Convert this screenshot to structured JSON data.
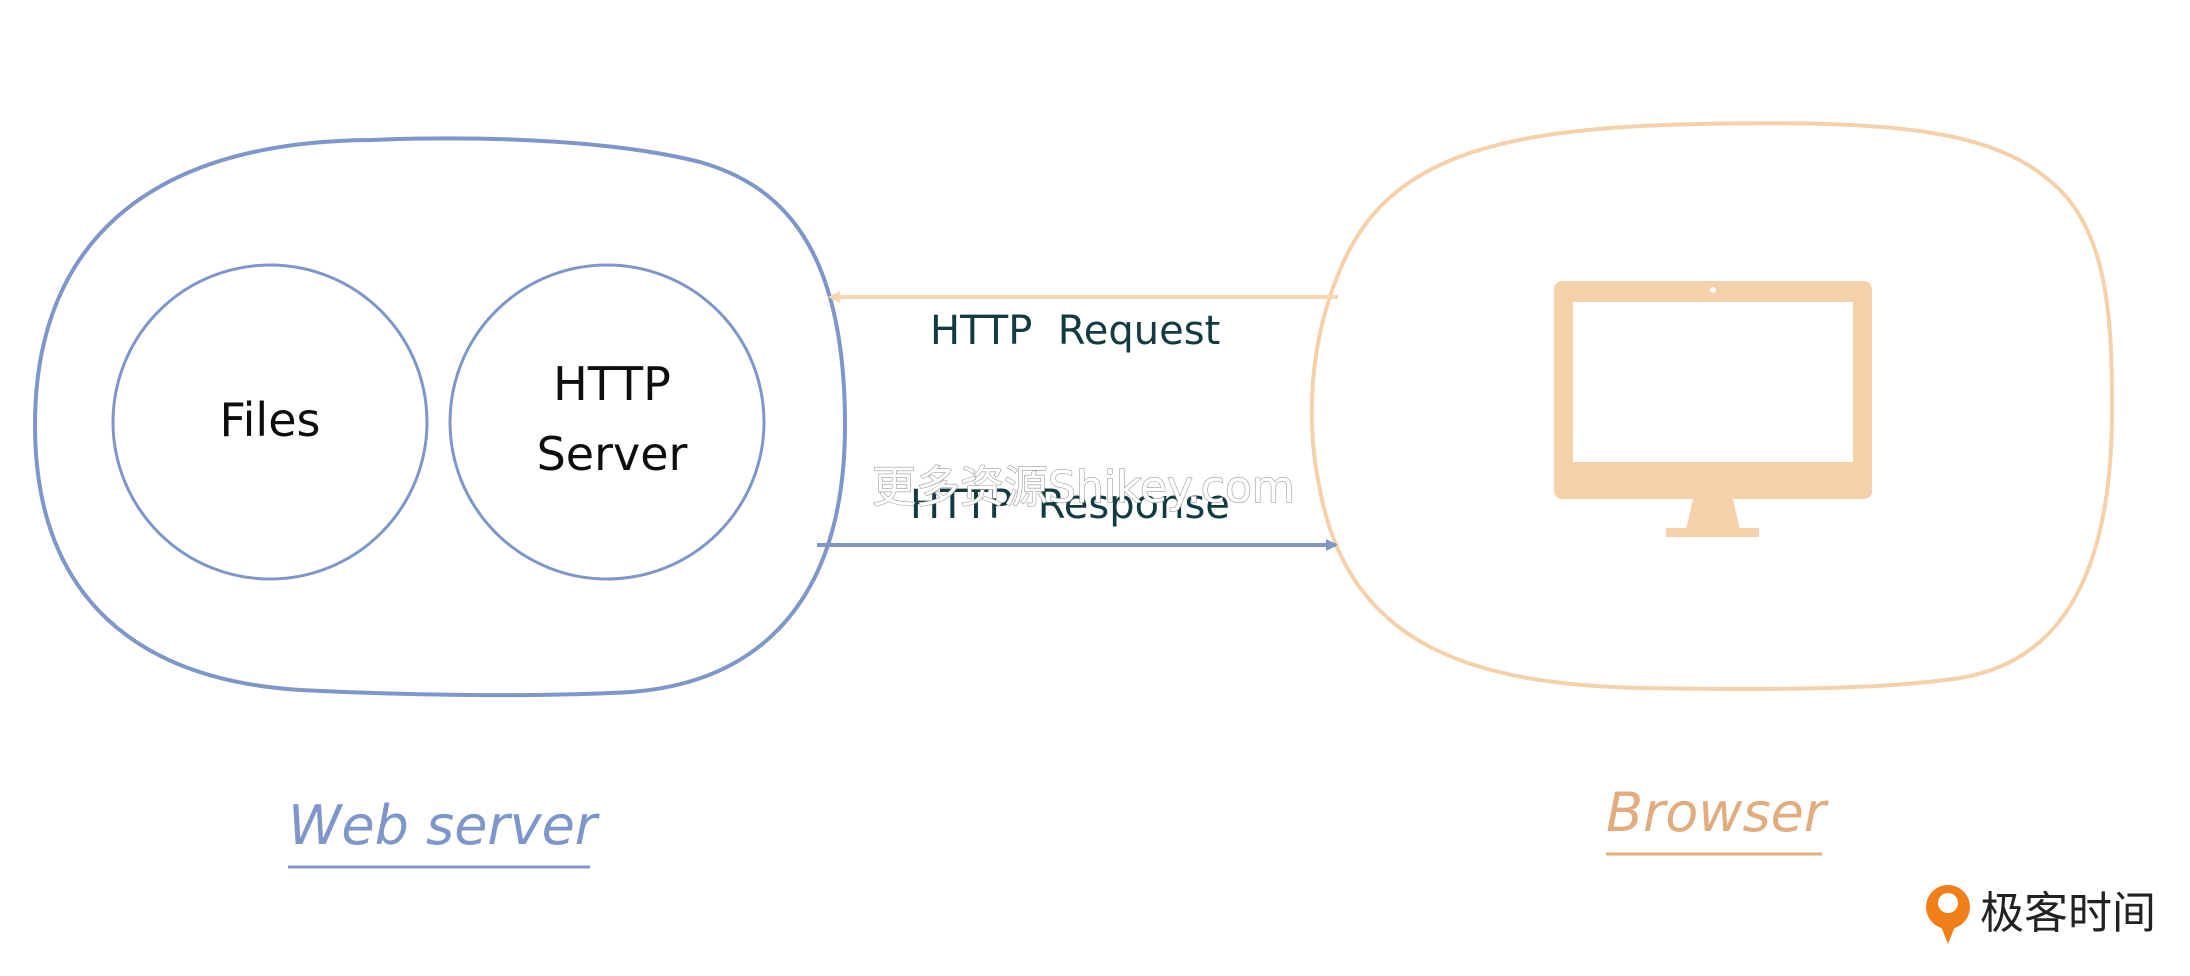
{
  "server_group": {
    "caption": "Web server",
    "inner_files_label": "Files",
    "inner_http_label_line1": "HTTP",
    "inner_http_label_line2": "Server",
    "color": "#7f96c9"
  },
  "browser_group": {
    "caption": "Browser",
    "icon": "monitor-icon",
    "color": "#f4d1aa"
  },
  "arrows": {
    "request_label": "HTTP  Request",
    "response_label": "HTTP  Response",
    "request_color": "#f7d6b2",
    "response_color": "#7f96c9"
  },
  "overlay": {
    "watermark_text": "更多资源Shikey.com",
    "brand_text": "极客时间",
    "brand_color": "#f07f1a"
  }
}
